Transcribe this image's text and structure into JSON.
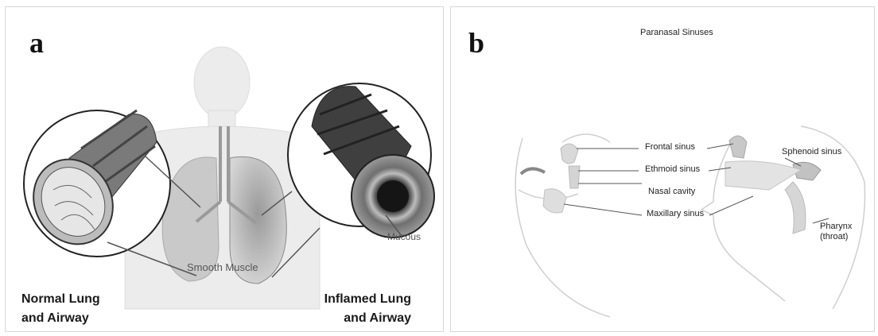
{
  "panel_a": {
    "letter": "a",
    "left_caption": [
      "Normal Lung",
      "and Airway"
    ],
    "right_caption": [
      "Inflamed Lung",
      "and Airway"
    ],
    "labels": {
      "smooth_muscle": "Smooth Muscle",
      "mucous": "Mucous"
    }
  },
  "panel_b": {
    "letter": "b",
    "title": "Paranasal Sinuses",
    "labels": {
      "frontal": "Frontal sinus",
      "ethmoid": "Ethmoid sinus",
      "nasal": "Nasal cavity",
      "maxillary": "Maxillary sinus",
      "sphenoid": "Sphenoid sinus",
      "pharynx": [
        "Pharynx",
        "(throat)"
      ]
    }
  }
}
